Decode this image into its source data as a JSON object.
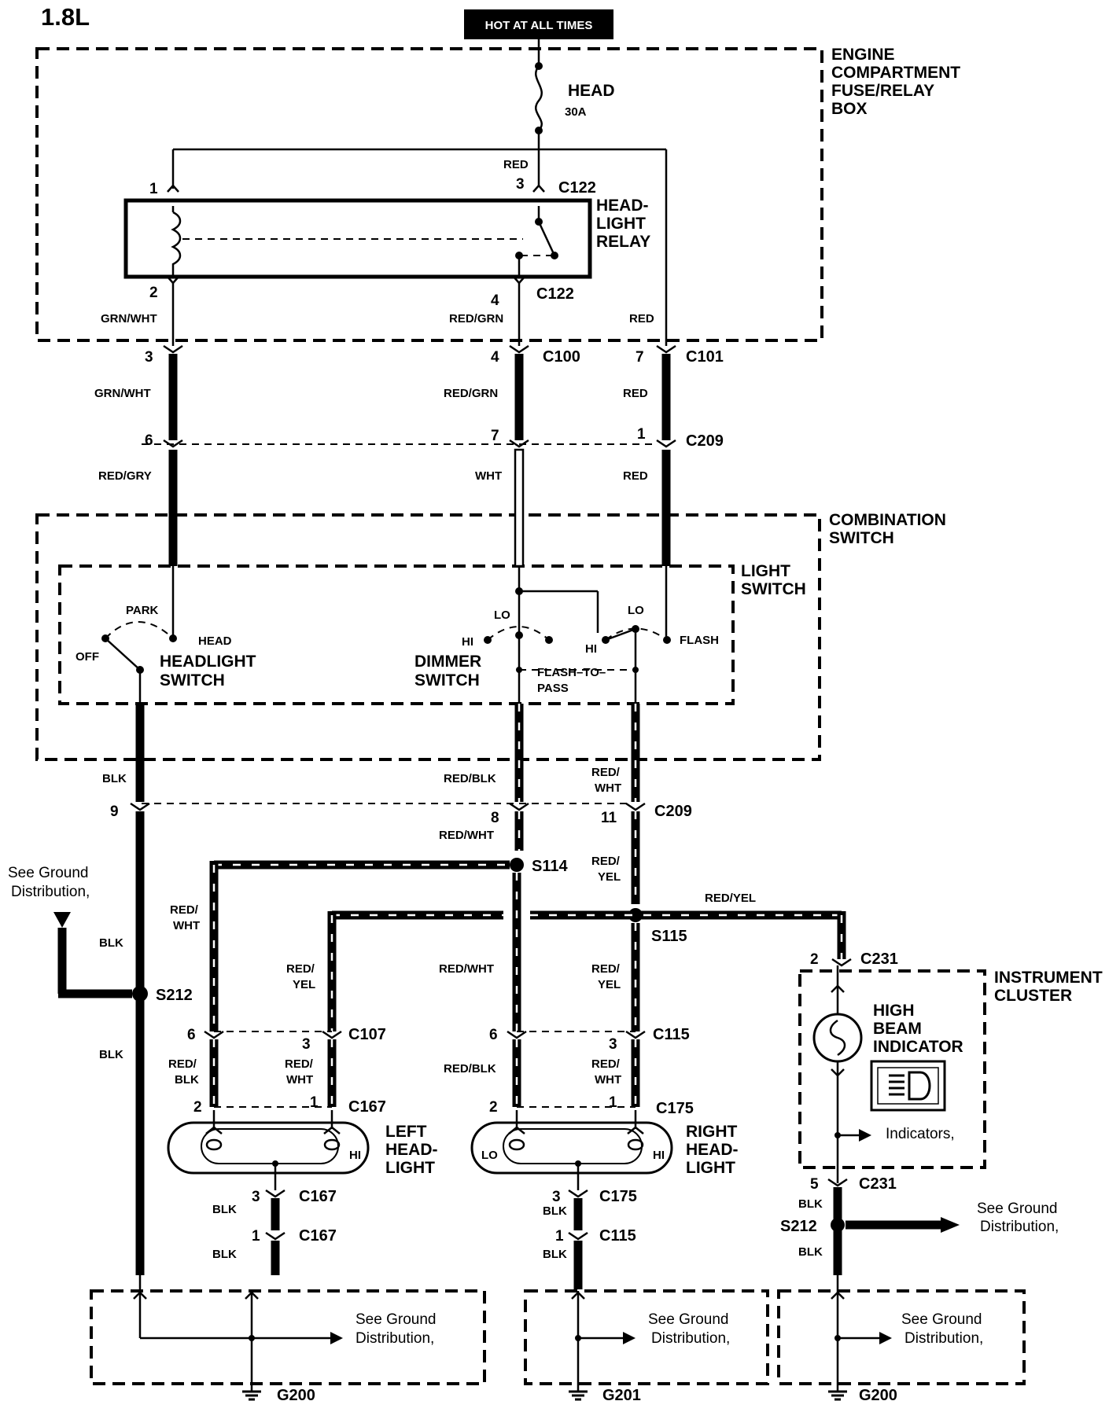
{
  "title": "1.8L",
  "hot_label": "HOT AT ALL TIMES",
  "boxes": {
    "engine_box": [
      "ENGINE",
      "COMPARTMENT",
      "FUSE/RELAY",
      "BOX"
    ],
    "combination_switch": [
      "COMBINATION",
      "SWITCH"
    ],
    "light_switch": [
      "LIGHT",
      "SWITCH"
    ],
    "instrument_cluster": [
      "INSTRUMENT",
      "CLUSTER"
    ]
  },
  "fuse": {
    "name": "HEAD",
    "rating": "30A"
  },
  "relay": {
    "name": [
      "HEAD-",
      "LIGHT",
      "RELAY"
    ],
    "connector": "C122"
  },
  "switches": {
    "headlight": {
      "name": [
        "HEADLIGHT",
        "SWITCH"
      ],
      "positions": [
        "PARK",
        "HEAD",
        "OFF"
      ]
    },
    "dimmer": {
      "name": [
        "DIMMER",
        "SWITCH"
      ],
      "positions": [
        "LO",
        "HI",
        "LO",
        "HI",
        "FLASH"
      ],
      "flash_to_pass": [
        "FLASH–TO–",
        "PASS"
      ]
    }
  },
  "headlights": {
    "left": {
      "name": [
        "LEFT",
        "HEAD-",
        "LIGHT"
      ],
      "hi": "HI"
    },
    "right": {
      "name": [
        "RIGHT",
        "HEAD-",
        "LIGHT"
      ],
      "lo": "LO",
      "hi": "HI"
    }
  },
  "indicator": {
    "name": [
      "HIGH",
      "BEAM",
      "INDICATOR"
    ],
    "ref": "Indicators,"
  },
  "ground_ref": [
    "See Ground",
    "Distribution,"
  ],
  "connectors": [
    "C122",
    "C122",
    "C100",
    "C101",
    "C209",
    "C209",
    "S114",
    "S115",
    "S212",
    "C107",
    "C167",
    "C115",
    "C175",
    "C231",
    "C231",
    "S212",
    "C167",
    "C167",
    "C175",
    "C115"
  ],
  "grounds": [
    "G200",
    "G201",
    "G200"
  ],
  "pins": [
    "1",
    "3",
    "2",
    "4",
    "3",
    "4",
    "7",
    "6",
    "7",
    "1",
    "9",
    "8",
    "11",
    "2",
    "6",
    "3",
    "6",
    "3",
    "2",
    "1",
    "2",
    "1",
    "3",
    "1",
    "3",
    "1",
    "5"
  ],
  "wire_colors": [
    "RED",
    "GRN/WHT",
    "RED/GRN",
    "RED",
    "GRN/WHT",
    "RED/GRN",
    "RED",
    "RED/GRY",
    "WHT",
    "RED",
    "BLK",
    "RED/BLK",
    "RED/",
    "WHT",
    "RED/WHT",
    "RED/",
    "YEL",
    "RED/YEL",
    "RED/",
    "WHT",
    "BLK",
    "RED/",
    "YEL",
    "RED/WHT",
    "RED/",
    "YEL",
    "BLK",
    "RED/",
    "BLK",
    "RED/",
    "WHT",
    "RED/BLK",
    "RED/",
    "WHT",
    "BLK",
    "BLK",
    "BLK",
    "BLK",
    "BLK",
    "BLK"
  ],
  "colors": {
    "ink": "#000000",
    "paper": "#ffffff"
  }
}
